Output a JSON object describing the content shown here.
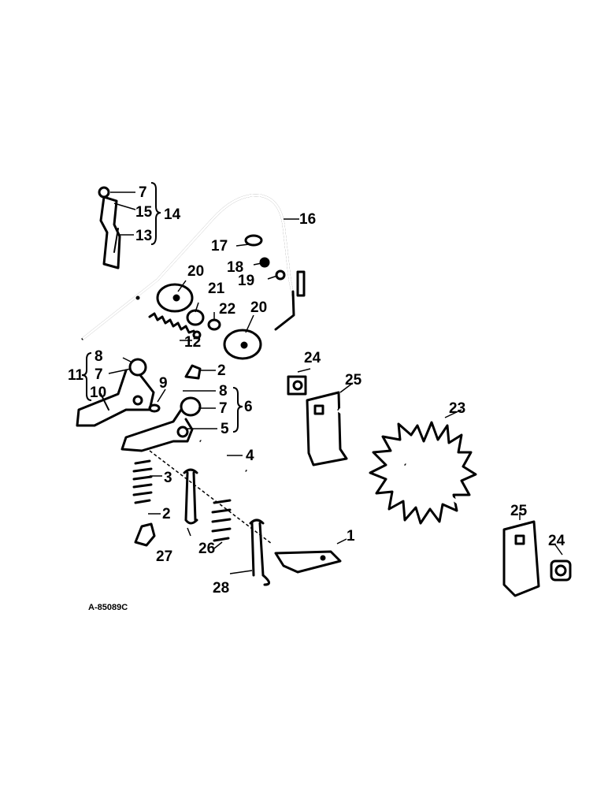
{
  "drawing_ref": "A-85089C",
  "callouts": {
    "c1": "1",
    "c2a": "2",
    "c2b": "2",
    "c3": "3",
    "c4": "4",
    "c5": "5",
    "c6": "6",
    "c7a": "7",
    "c7b": "7",
    "c7c": "7",
    "c8a": "8",
    "c8b": "8",
    "c9": "9",
    "c10": "10",
    "c11": "11",
    "c12": "12",
    "c13": "13",
    "c14": "14",
    "c15": "15",
    "c16": "16",
    "c17": "17",
    "c18": "18",
    "c19": "19",
    "c20a": "20",
    "c20b": "20",
    "c21": "21",
    "c22": "22",
    "c23": "23",
    "c24a": "24",
    "c24b": "24",
    "c25a": "25",
    "c25b": "25",
    "c26": "26",
    "c27": "27",
    "c28": "28"
  }
}
